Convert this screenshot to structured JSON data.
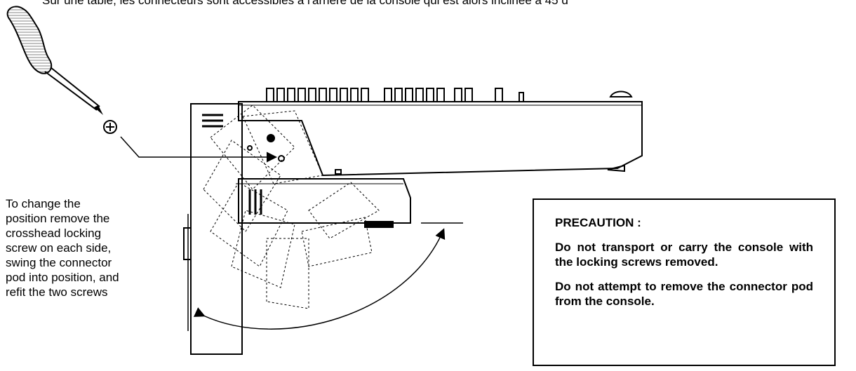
{
  "header_text": "Sur une table, les connecteurs sont accessibles à l'arrière de la console qui est alors inclinée à 45 d",
  "left_note": {
    "lines": [
      "To change the",
      "position remove the",
      "crosshead locking",
      "screw on each side,",
      "swing the connector",
      "pod into position, and",
      "refit the two screws"
    ]
  },
  "precaution": {
    "title": "PRECAUTION :",
    "paragraph_1": "Do not transport or carry the console with the locking screws removed.",
    "paragraph_2": "Do not attempt to remove the connector pod from the console."
  },
  "icons": [
    "screwdriver-icon",
    "crosshead-screw-icon"
  ],
  "colors": {
    "line": "#000000",
    "background": "#ffffff",
    "grip_hatch": "#666666"
  }
}
